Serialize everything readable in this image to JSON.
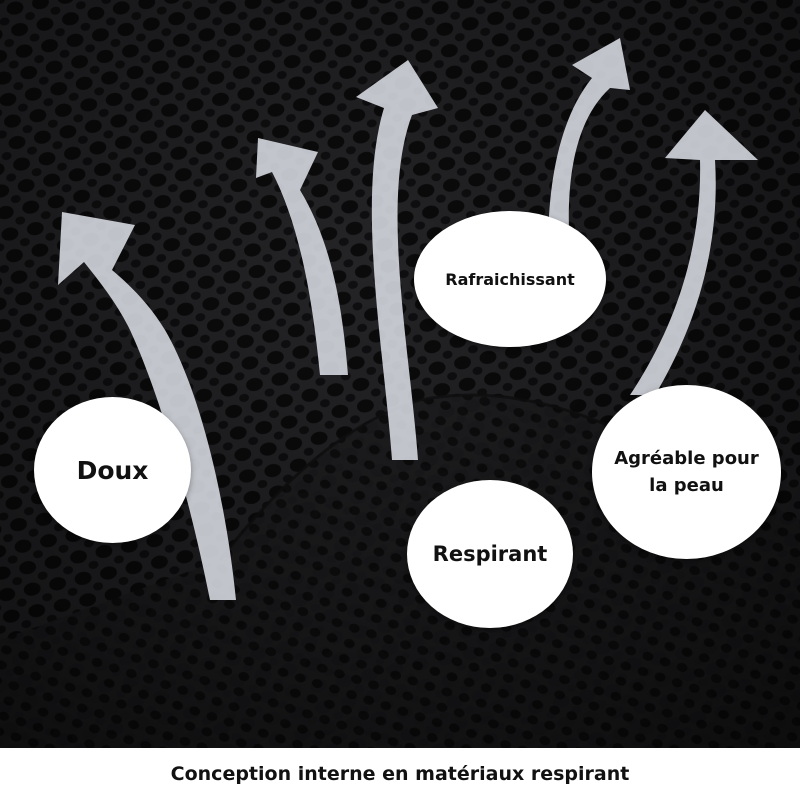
{
  "labels": {
    "doux": "Doux",
    "rafraichissant": "Rafraichissant",
    "respirant": "Respirant",
    "agreable": "Agréable pour la peau"
  },
  "caption": "Conception interne en matériaux respirant",
  "colors": {
    "fabric": "#1b1b1d",
    "mesh_hole": "#0b0b0c",
    "arrow": "#dfe3ea",
    "bubble": "#ffffff",
    "text": "#111111"
  }
}
